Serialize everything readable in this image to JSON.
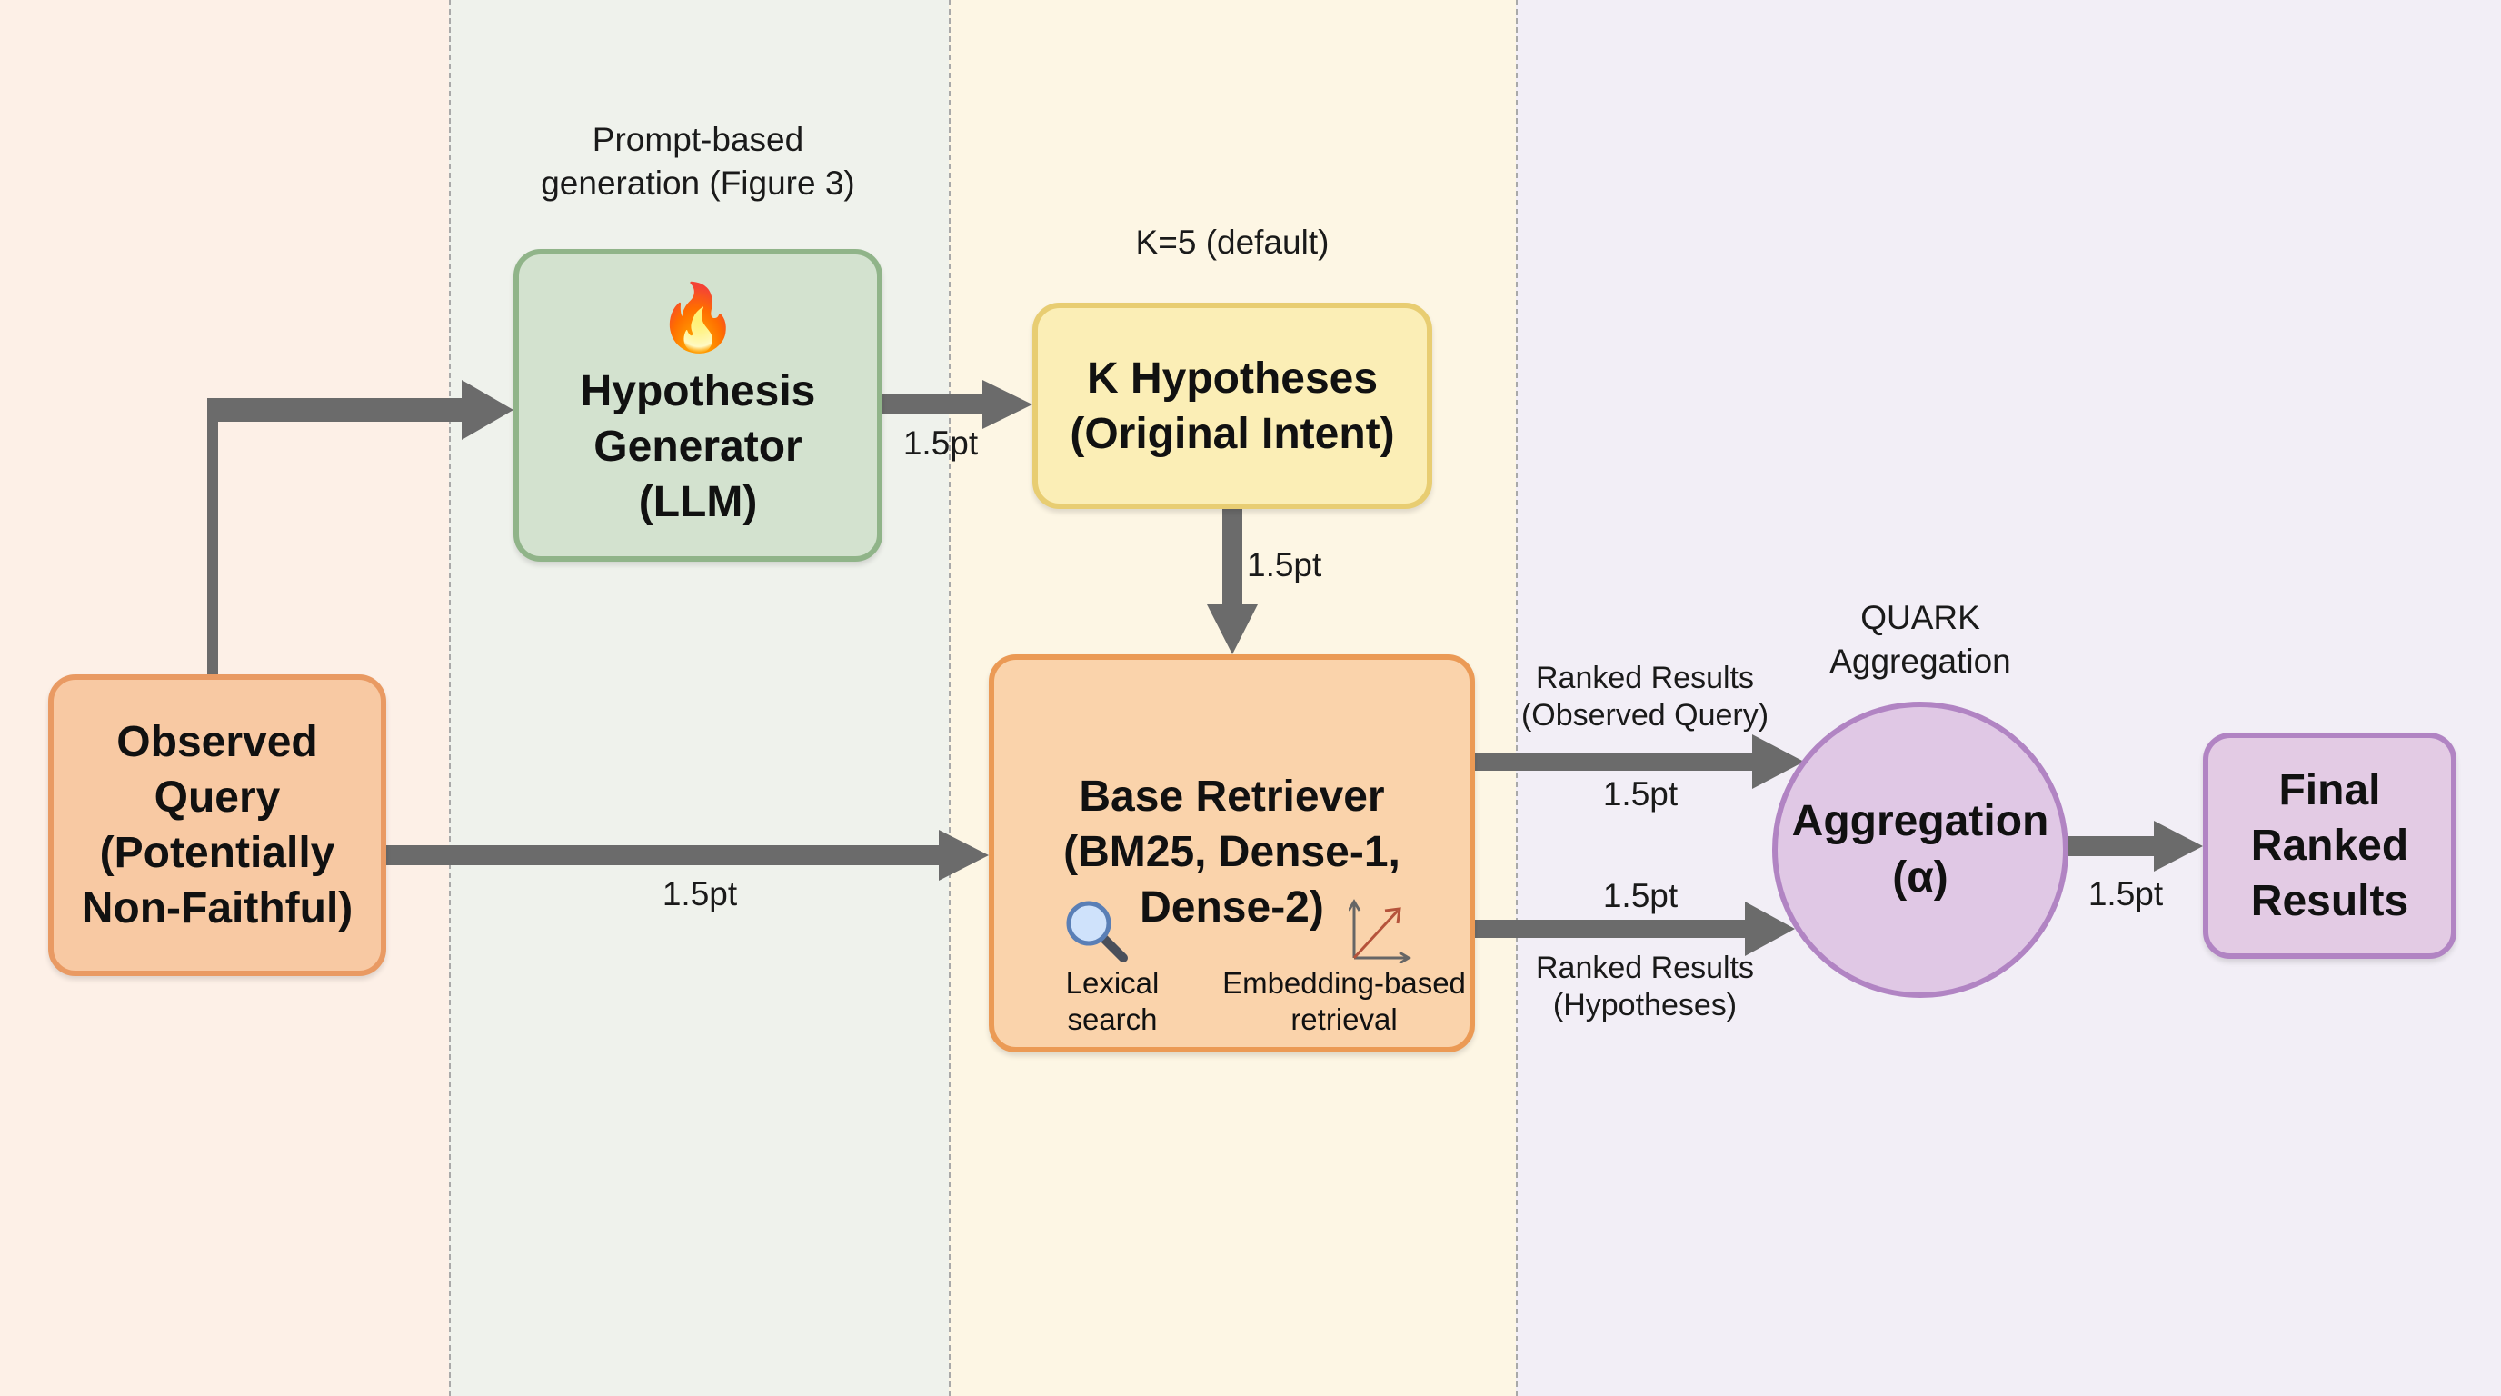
{
  "zones": [
    {
      "name": "input",
      "color": "#fdf0e7"
    },
    {
      "name": "generation",
      "color": "#eff2ec"
    },
    {
      "name": "retrieval",
      "color": "#fdf6e4"
    },
    {
      "name": "aggregation",
      "color": "#f2eef6"
    }
  ],
  "nodes": {
    "observed_query": {
      "lines": [
        "Observed",
        "Query",
        "(Potentially",
        "Non-Faithful)"
      ],
      "fill": "#f8c9a3",
      "border": "#e99a63"
    },
    "hypothesis_generator": {
      "icon": "fire-icon",
      "icon_glyph": "🔥",
      "lines": [
        "Hypothesis",
        "Generator",
        "(LLM)"
      ],
      "fill": "#d3e2cf",
      "border": "#90b489"
    },
    "k_hypotheses": {
      "lines": [
        "K Hypotheses",
        "(Original Intent)"
      ],
      "fill": "#fbeeb6",
      "border": "#e8cd72"
    },
    "base_retriever": {
      "lines": [
        "Base Retriever",
        "(BM25, Dense-1,",
        "Dense-2)"
      ],
      "fill": "#fad3ab",
      "border": "#eb9a55",
      "lexical": {
        "icon": "magnifier-icon",
        "lines": [
          "Lexical",
          "search"
        ]
      },
      "embedding": {
        "icon": "vector-axes-icon",
        "lines": [
          "Embedding-based",
          "retrieval"
        ]
      }
    },
    "aggregation": {
      "lines": [
        "Aggregation",
        "(α)"
      ],
      "fill": "#e0c8e5",
      "border": "#b184c3"
    },
    "final_results": {
      "lines": [
        "Final",
        "Ranked",
        "Results"
      ],
      "fill": "#e3cbe4",
      "border": "#b184c3"
    }
  },
  "annotations": {
    "prompt_based": [
      "Prompt-based",
      "generation (Figure 3)"
    ],
    "k_default": "K=5 (default)",
    "quark": [
      "QUARK",
      "Aggregation"
    ],
    "ranked_observed": [
      "Ranked Results",
      "(Observed Query)"
    ],
    "ranked_hypotheses": [
      "Ranked Results",
      "(Hypotheses)"
    ]
  },
  "edges": [
    {
      "from": "observed_query",
      "to": "hypothesis_generator",
      "label": ""
    },
    {
      "from": "hypothesis_generator",
      "to": "k_hypotheses",
      "label": "1.5pt"
    },
    {
      "from": "k_hypotheses",
      "to": "base_retriever",
      "label": "1.5pt"
    },
    {
      "from": "observed_query",
      "to": "base_retriever",
      "label": "1.5pt"
    },
    {
      "from": "base_retriever",
      "to": "aggregation",
      "label": "1.5pt",
      "note": "observed"
    },
    {
      "from": "base_retriever",
      "to": "aggregation",
      "label": "1.5pt",
      "note": "hypotheses"
    },
    {
      "from": "aggregation",
      "to": "final_results",
      "label": "1.5pt"
    }
  ],
  "colors": {
    "arrow": "#6b6b6b",
    "divider": "#a9a9a9"
  }
}
